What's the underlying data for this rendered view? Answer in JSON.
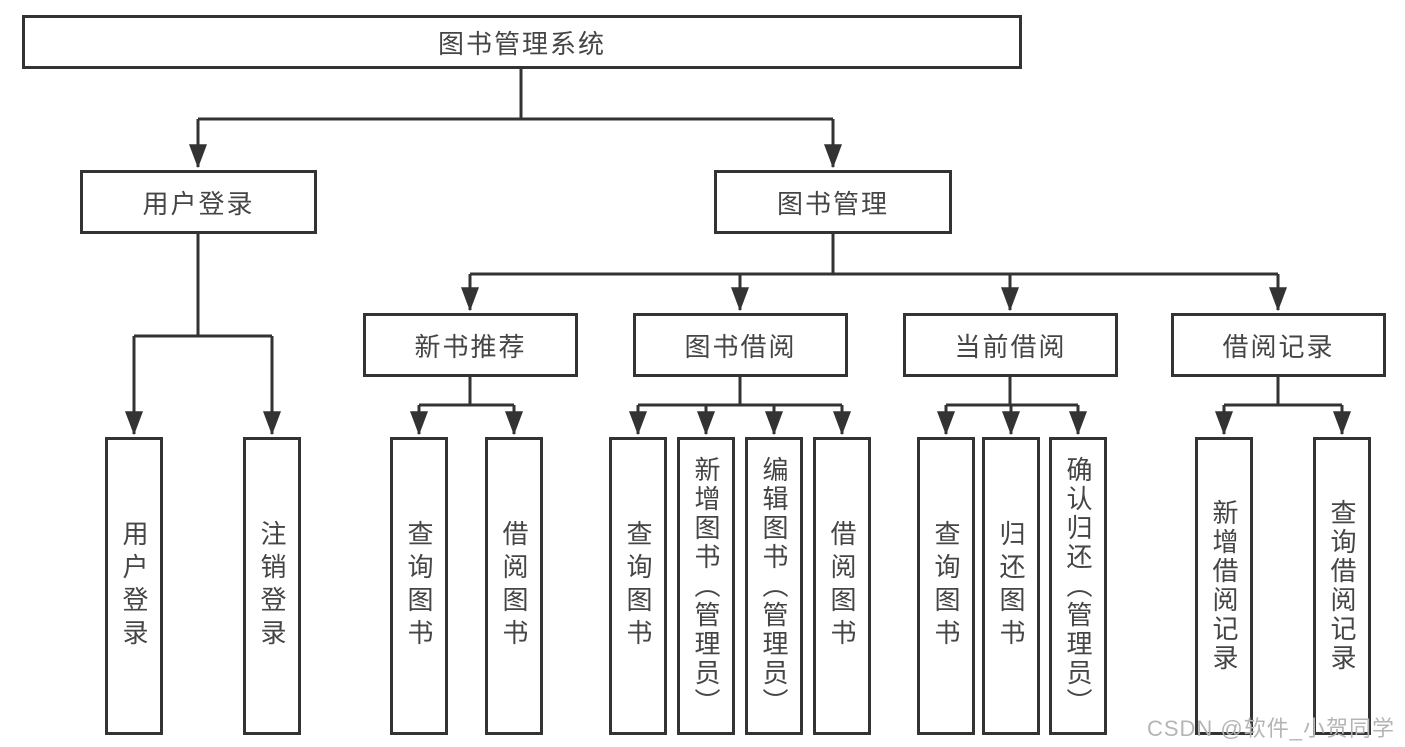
{
  "diagram": {
    "root": "图书管理系统",
    "branches": [
      {
        "label": "用户登录",
        "leaves": [
          "用户登录",
          "注销登录"
        ]
      },
      {
        "label": "图书管理",
        "sections": [
          {
            "label": "新书推荐",
            "leaves": [
              "查询图书",
              "借阅图书"
            ]
          },
          {
            "label": "图书借阅",
            "leaves": [
              "查询图书",
              "新增图书（管理员）",
              "编辑图书（管理员）",
              "借阅图书"
            ]
          },
          {
            "label": "当前借阅",
            "leaves": [
              "查询图书",
              "归还图书",
              "确认归还（管理员）"
            ]
          },
          {
            "label": "借阅记录",
            "leaves": [
              "新增借阅记录",
              "查询借阅记录"
            ]
          }
        ]
      }
    ]
  },
  "watermark": "CSDN @软件_小贺同学",
  "colors": {
    "line": "#333333",
    "text": "#454545",
    "background": "#ffffff",
    "watermark": "#b5b5b5"
  }
}
